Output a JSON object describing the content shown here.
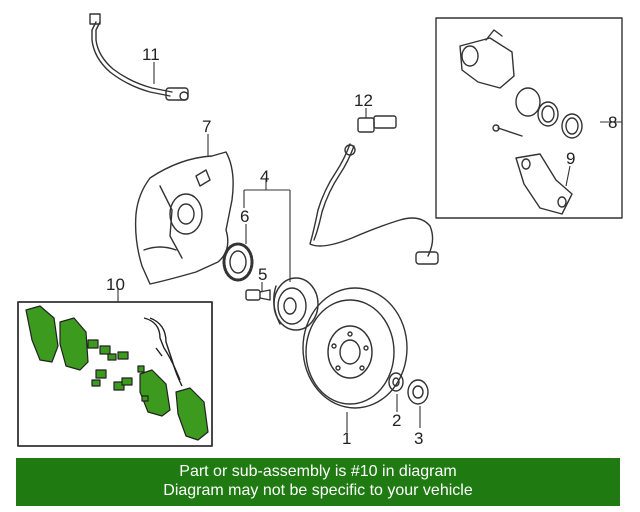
{
  "callouts": [
    "1",
    "2",
    "3",
    "4",
    "5",
    "6",
    "7",
    "8",
    "9",
    "10",
    "11",
    "12"
  ],
  "footer": {
    "line1": "Part or sub-assembly is #10 in diagram",
    "line2": "Diagram may not be specific to your vehicle"
  },
  "colors": {
    "highlight": "#3c9a1e",
    "footer": "#1f7a12",
    "line": "#333333"
  }
}
